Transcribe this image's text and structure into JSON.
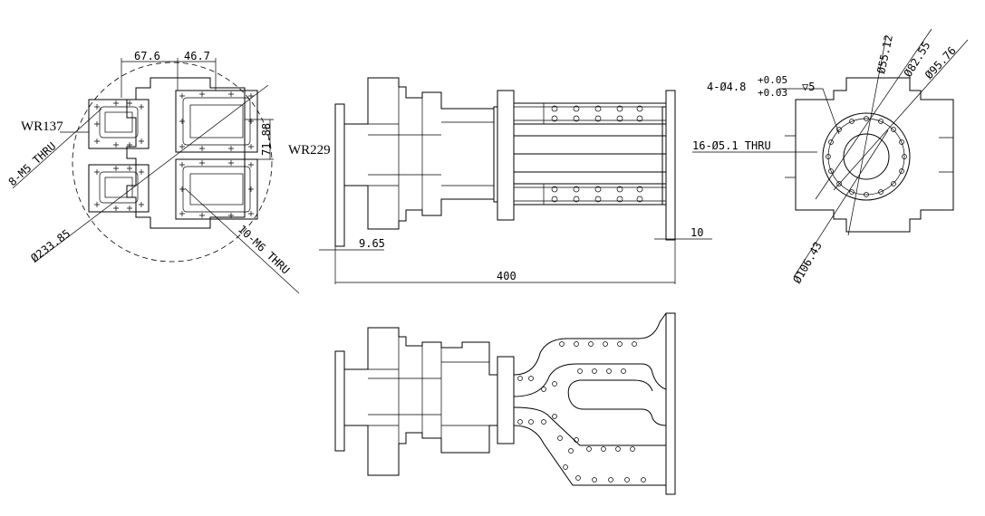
{
  "drawing": {
    "left_view": {
      "port_small": "WR137",
      "port_large": "WR229",
      "dim_width_a": "67.6",
      "dim_width_b": "46.7",
      "dim_height": "71.88",
      "small_holes": "8-M5 THRU",
      "large_holes": "10-M6 THRU",
      "circle_dia": "Ø233.85"
    },
    "front_view": {
      "total_length": "400",
      "flange_left": "9.65",
      "flange_right": "10"
    },
    "right_view": {
      "tapped_holes": "4-Ø4.8",
      "tol_upper": "+0.05",
      "tol_lower": "+0.03",
      "depth": "▽5",
      "thru_holes": "16-Ø5.1 THRU",
      "dia_inner": "Ø55.12",
      "dia_pcd": "Ø82.55",
      "dia_face": "Ø95.76",
      "dia_outer": "Ø106.43"
    }
  }
}
